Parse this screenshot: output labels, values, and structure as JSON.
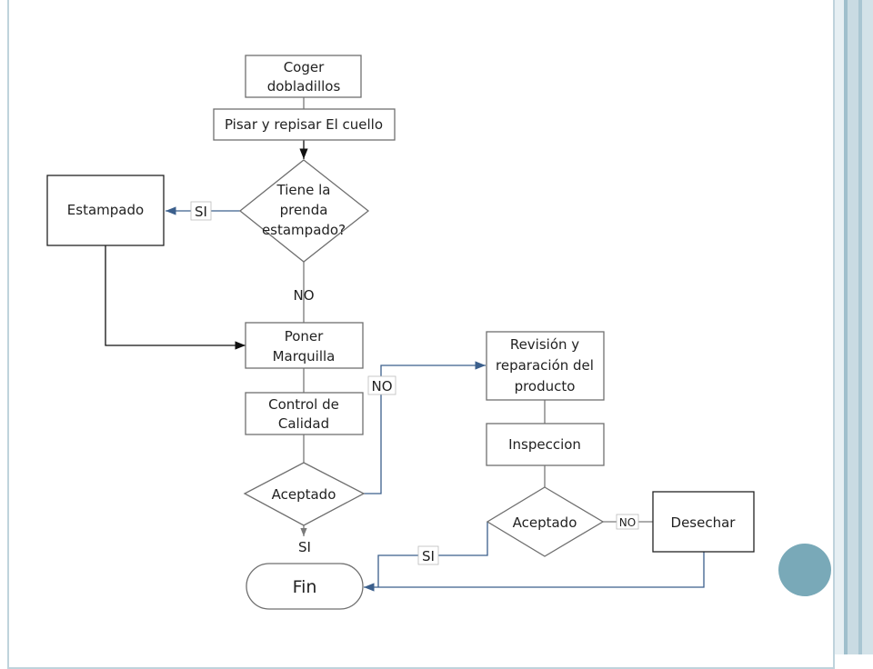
{
  "nodes": {
    "coger_l1": "Coger",
    "coger_l2": "dobladillos",
    "pisar": "Pisar y repisar El cuello",
    "tiene_l1": "Tiene la",
    "tiene_l2": "prenda",
    "tiene_l3": "estampado?",
    "estampado": "Estampado",
    "poner_l1": "Poner",
    "poner_l2": "Marquilla",
    "control_l1": "Control de",
    "control_l2": "Calidad",
    "aceptado1": "Aceptado",
    "fin": "Fin",
    "revision_l1": "Revisión y",
    "revision_l2": "reparación del",
    "revision_l3": "producto",
    "inspeccion": "Inspeccion",
    "aceptado2": "Aceptado",
    "desechar": "Desechar"
  },
  "edges": {
    "si_estampado": "SI",
    "no_tiene": "NO",
    "no_aceptado1": "NO",
    "si_aceptado1": "SI",
    "si_aceptado2": "SI",
    "no_aceptado2": "NO"
  },
  "colors": {
    "accent": "#79a9b8",
    "frame": "#bfd3dc",
    "arrow_blue": "#3b5f8c"
  }
}
